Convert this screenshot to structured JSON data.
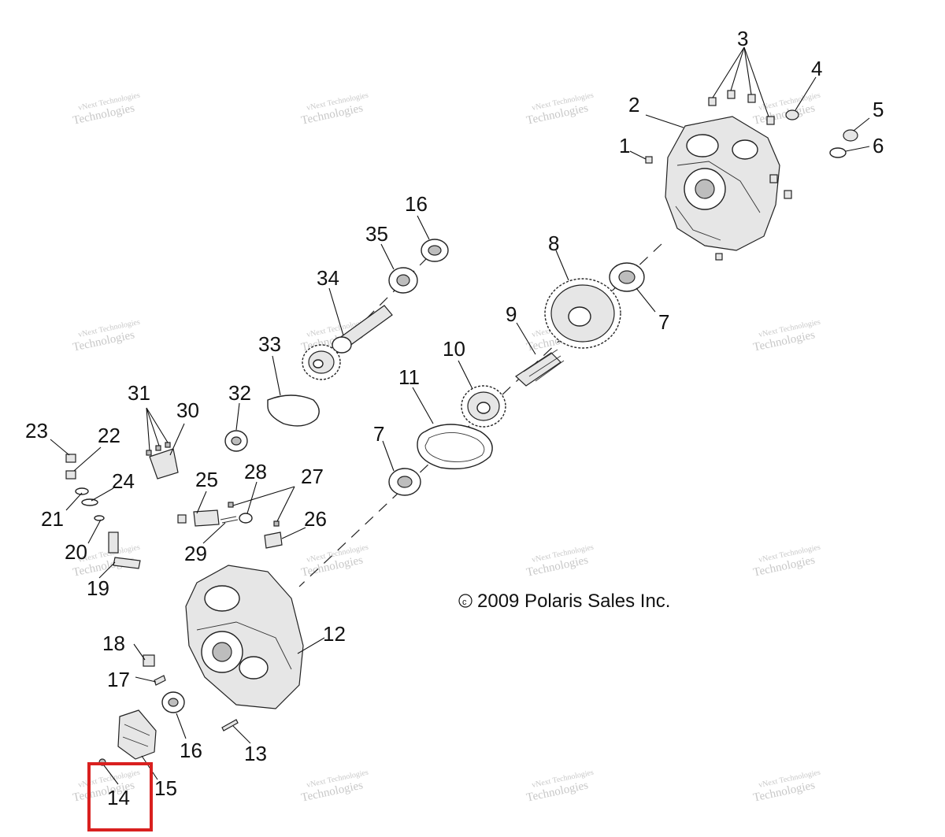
{
  "copyright": {
    "symbol": "c",
    "text": "2009 Polaris Sales Inc."
  },
  "watermark": {
    "line1": "vNext Technologies",
    "line2": "Technologies"
  },
  "highlight": {
    "color": "#d9201f",
    "callout": "14"
  },
  "callouts": {
    "c1": "1",
    "c2": "2",
    "c3": "3",
    "c4": "4",
    "c5": "5",
    "c6": "6",
    "c7a": "7",
    "c7b": "7",
    "c8": "8",
    "c9": "9",
    "c10": "10",
    "c11": "11",
    "c12": "12",
    "c13": "13",
    "c14": "14",
    "c15": "15",
    "c16a": "16",
    "c16b": "16",
    "c17": "17",
    "c18": "18",
    "c19": "19",
    "c20": "20",
    "c21": "21",
    "c22": "22",
    "c23": "23",
    "c24": "24",
    "c25": "25",
    "c26": "26",
    "c27": "27",
    "c28": "28",
    "c29": "29",
    "c30": "30",
    "c31": "31",
    "c32": "32",
    "c33": "33",
    "c34": "34",
    "c35": "35"
  }
}
